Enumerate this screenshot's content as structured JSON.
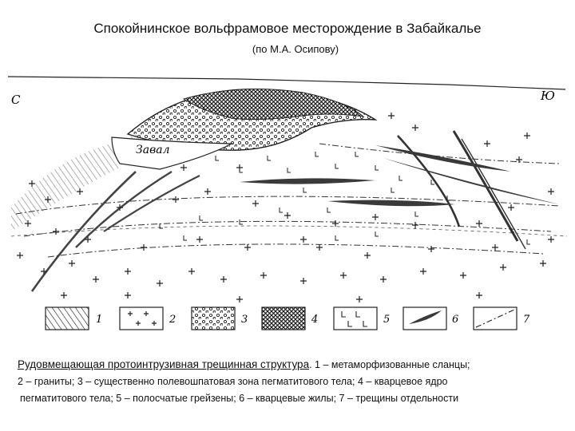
{
  "header": {
    "title": "Спокойнинское вольфрамовое месторождение в Забайкалье",
    "subtitle": "(по М.А. Осипову)"
  },
  "section": {
    "left_label": "С",
    "right_label": "Ю",
    "inset_label": "Завал"
  },
  "legend": {
    "items": [
      {
        "number": "1",
        "pattern": "hatched"
      },
      {
        "number": "2",
        "pattern": "crosses"
      },
      {
        "number": "3",
        "pattern": "dots"
      },
      {
        "number": "4",
        "pattern": "crosshatch"
      },
      {
        "number": "5",
        "pattern": "l-marks"
      },
      {
        "number": "6",
        "pattern": "lens"
      },
      {
        "number": "7",
        "pattern": "dash-dot"
      }
    ]
  },
  "caption": {
    "lead": "Рудовмещающая протоинтрузивная трещинная структура",
    "line1_rest": ". 1 – метаморфизованные сланцы;",
    "line2": "2 – граниты; 3 – существенно полевошпатовая зона пегматитового тела; 4 – кварцевое ядро",
    "line3": "пегматитового тела; 5 – полосчатые грейзены; 6 – кварцевые жилы; 7 – трещины отдельности"
  },
  "colors": {
    "ink": "#1a1a1a",
    "paper": "#ffffff",
    "bands": "#5a5a5a"
  }
}
